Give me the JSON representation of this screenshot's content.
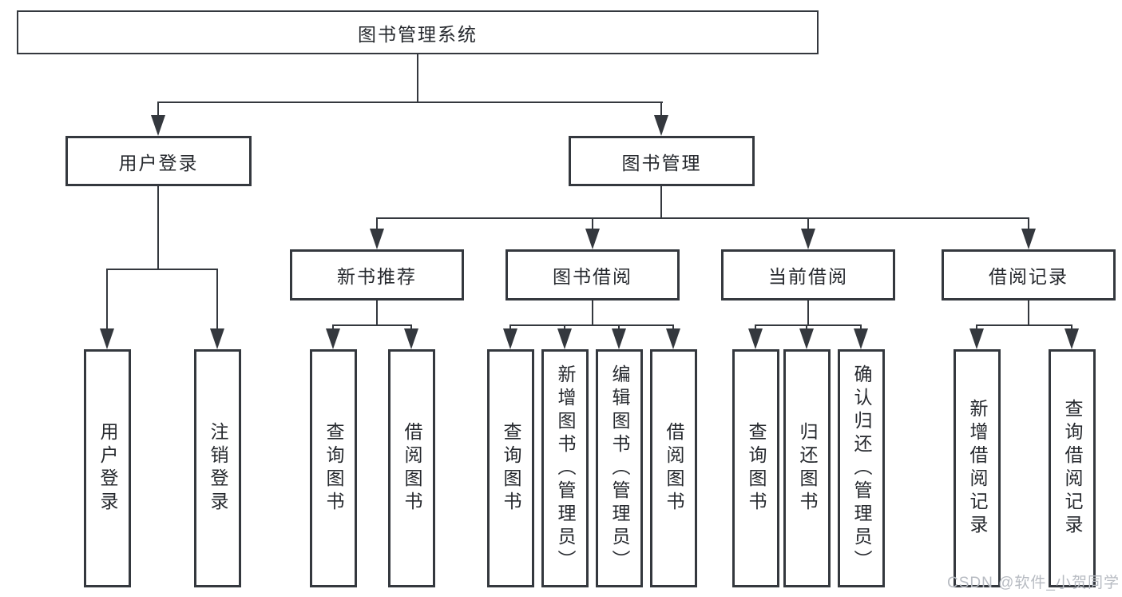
{
  "diagram": {
    "title": "图书管理系统",
    "branches": [
      {
        "label": "用户登录",
        "children": [
          {
            "label": "用户登录"
          },
          {
            "label": "注销登录"
          }
        ]
      },
      {
        "label": "图书管理",
        "children": [
          {
            "label": "新书推荐",
            "children": [
              {
                "label": "查询图书"
              },
              {
                "label": "借阅图书"
              }
            ]
          },
          {
            "label": "图书借阅",
            "children": [
              {
                "label": "查询图书"
              },
              {
                "label": "新增图书（管理员）"
              },
              {
                "label": "编辑图书（管理员）"
              },
              {
                "label": "借阅图书"
              }
            ]
          },
          {
            "label": "当前借阅",
            "children": [
              {
                "label": "查询图书"
              },
              {
                "label": "归还图书"
              },
              {
                "label": "确认归还（管理员）"
              }
            ]
          },
          {
            "label": "借阅记录",
            "children": [
              {
                "label": "新增借阅记录"
              },
              {
                "label": "查询借阅记录"
              }
            ]
          }
        ]
      }
    ]
  },
  "watermark": "CSDN @软件_小贺同学",
  "colors": {
    "line": "#34383e",
    "text": "#26292e",
    "watermark": "#b7bbc2",
    "background": "#ffffff"
  }
}
